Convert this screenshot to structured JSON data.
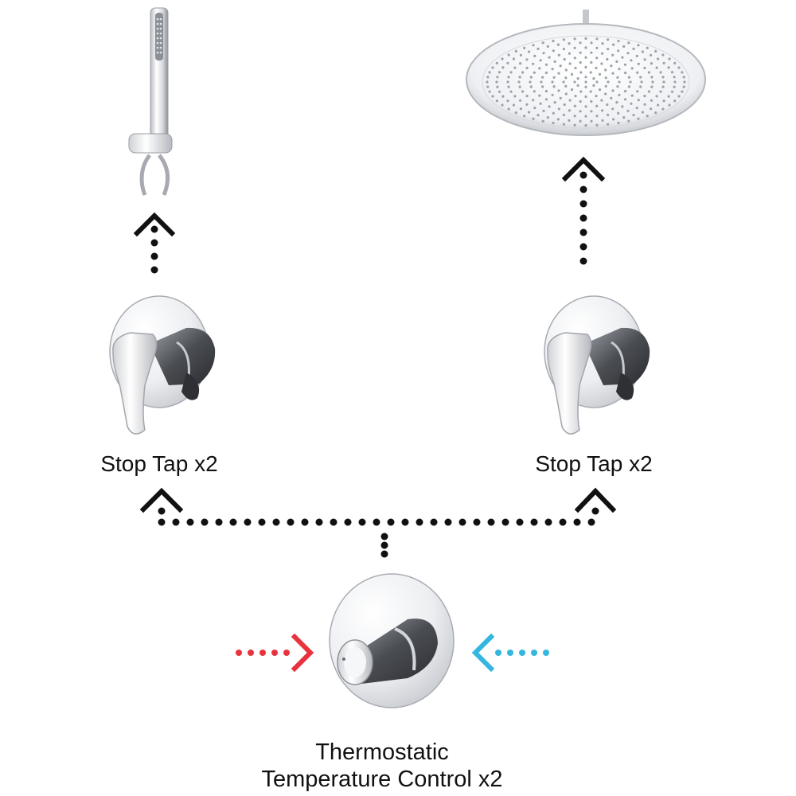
{
  "labels": {
    "stop_tap_left": "Stop Tap x2",
    "stop_tap_right": "Stop Tap x2",
    "thermostatic_line1": "Thermostatic",
    "thermostatic_line2": "Temperature Control x2"
  },
  "colors": {
    "dots": "#111111",
    "hot_arrow": "#e8333e",
    "cold_arrow": "#35b6e0",
    "chrome_light": "#f4f5f7",
    "chrome_dark": "#6b6e74"
  },
  "icons": [
    "hand-shower-icon",
    "rain-shower-head-icon",
    "stop-tap-icon",
    "thermostatic-valve-icon",
    "arrow-up-icon",
    "arrow-right-icon",
    "arrow-left-icon"
  ]
}
